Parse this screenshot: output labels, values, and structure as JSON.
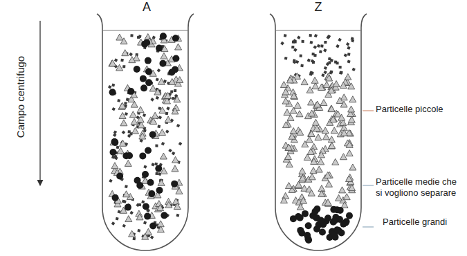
{
  "diagram": {
    "labels": [
      "A",
      "Z",
      "Campo centrifugo",
      "Particelle piccole",
      "Particelle medie che si vogliono separare",
      "Particelle grandi"
    ]
  }
}
